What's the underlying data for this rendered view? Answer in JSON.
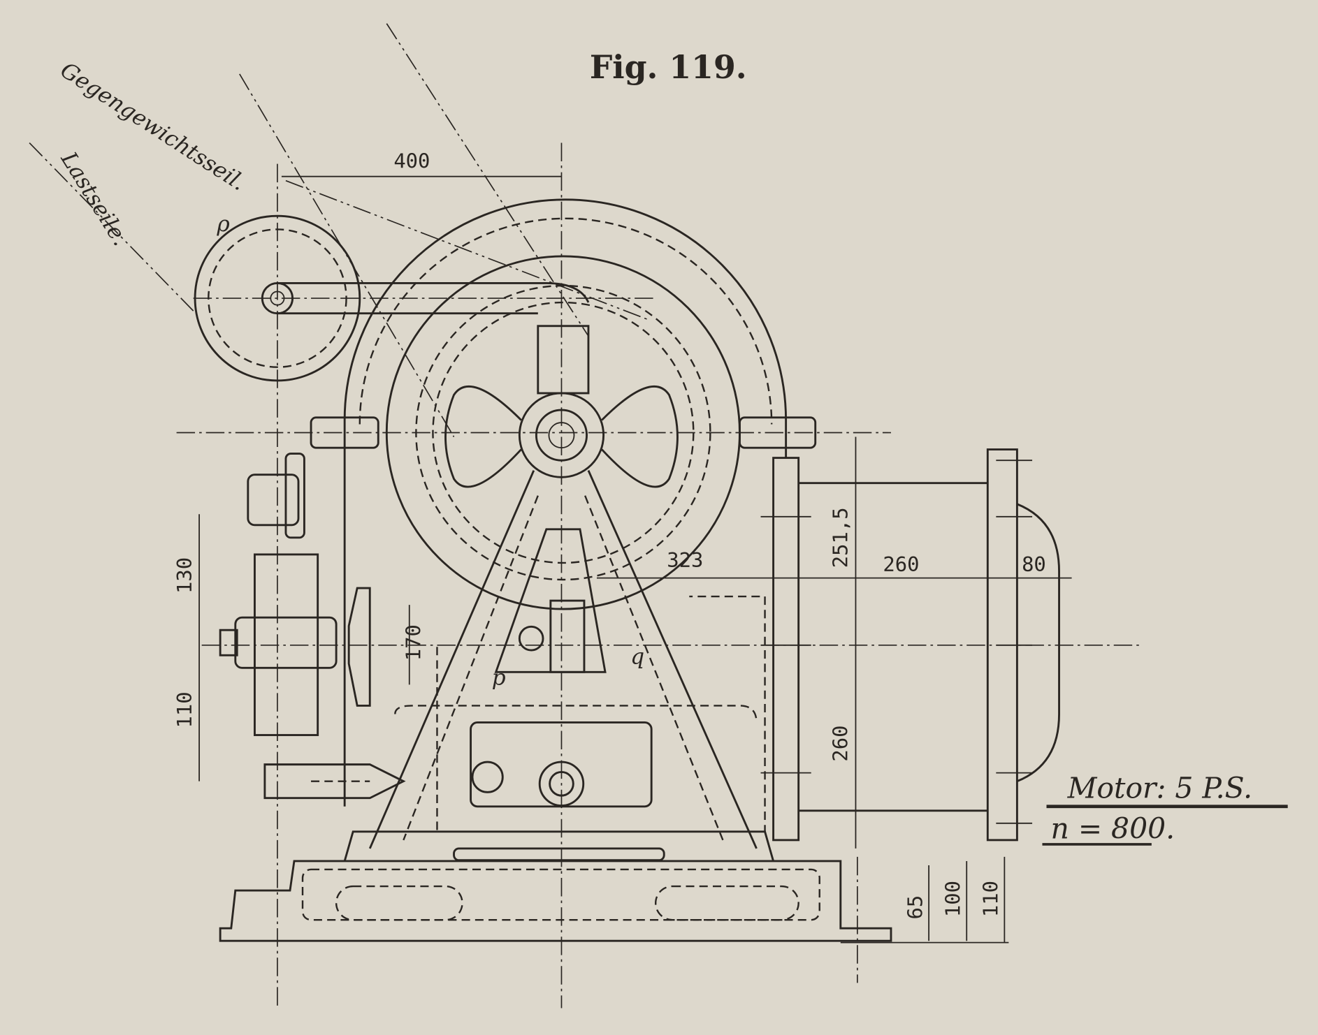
{
  "figure": {
    "title": "Fig. 119.",
    "labels": {
      "counterweight_rope": "Gegengewichtsseil.",
      "load_ropes": "Lastseile.",
      "rho": "ρ",
      "p": "p",
      "q": "q"
    },
    "dimensions": {
      "d400": "400",
      "d323": "323",
      "d251_5": "251,5",
      "d260h": "260",
      "d80": "80",
      "d130": "130",
      "d110_left": "110",
      "d170": "170",
      "d260v": "260",
      "d65": "65",
      "d100": "100",
      "d110_base": "110"
    },
    "motor": {
      "label": "Motor: 5 P.S.",
      "speed": "n = 800."
    }
  }
}
